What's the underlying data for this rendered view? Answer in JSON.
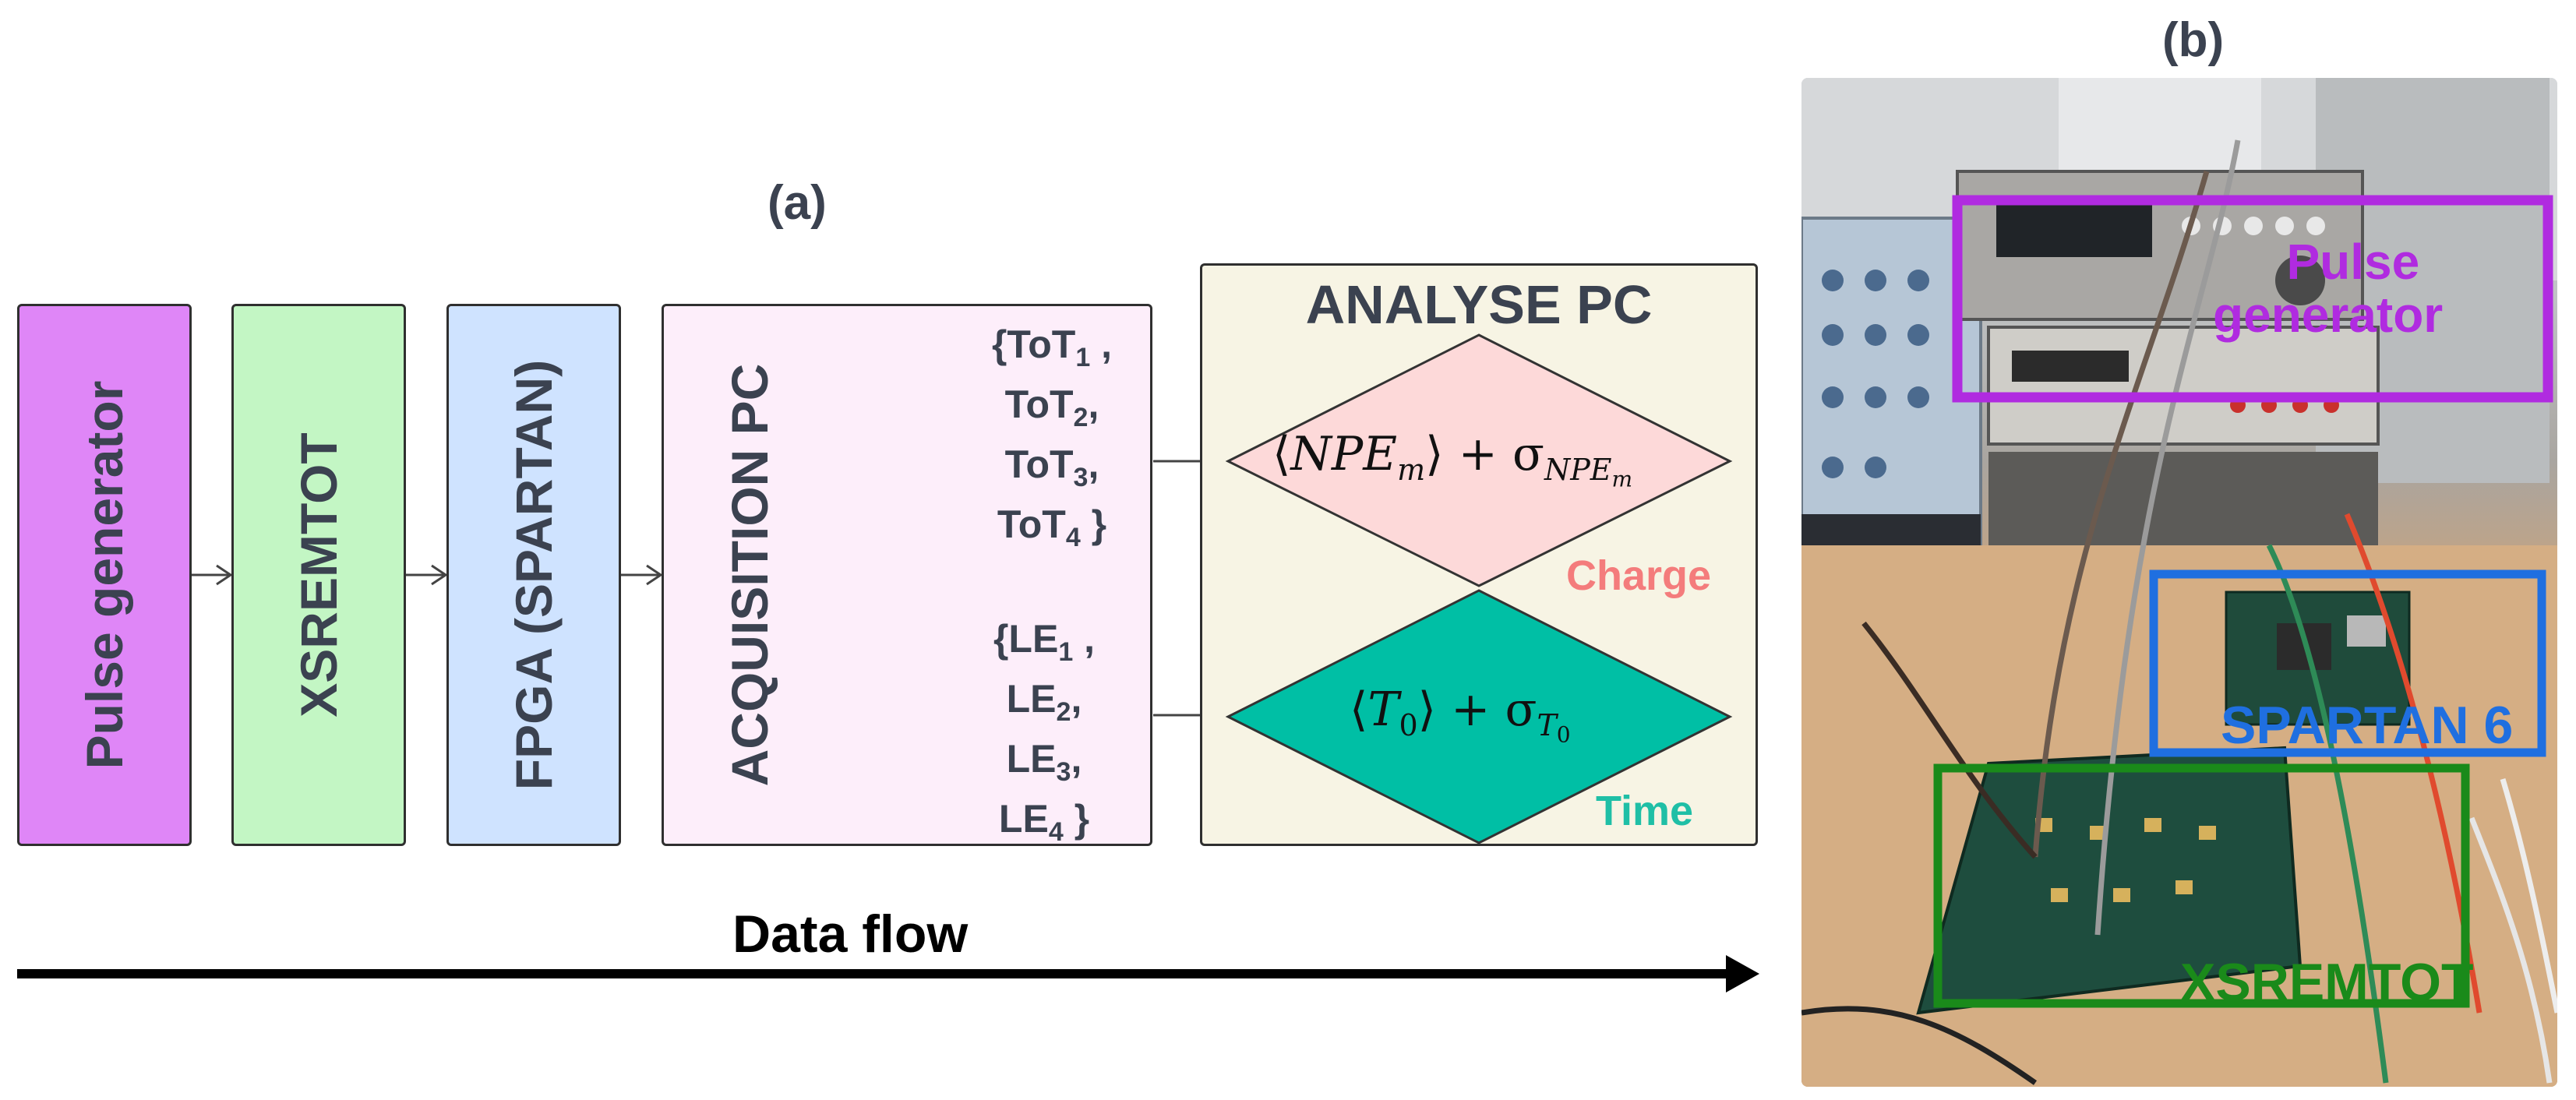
{
  "panel_a": {
    "label": "(a)",
    "blocks": [
      {
        "label": "Pulse generator",
        "color": "#df86f7"
      },
      {
        "label": "XSREMTOT",
        "color": "#c3f6c4"
      },
      {
        "label": "FPGA (SPARTAN)",
        "color": "#cfe3ff"
      },
      {
        "label": "ACQUISITION PC",
        "color": "#fdeefa"
      }
    ],
    "tot_list": [
      "{ToT",
      "1",
      " ,",
      "ToT",
      "2",
      ",",
      "ToT",
      "3",
      ",",
      "ToT",
      "4",
      " }"
    ],
    "le_list": [
      "{LE",
      "1",
      " ,",
      "LE",
      "2",
      ",",
      "LE",
      "3",
      ",",
      "LE",
      "4",
      " }"
    ],
    "analyse": {
      "title": "ANALYSE PC",
      "background": "#f7f4e4",
      "charge": {
        "label": "Charge",
        "color": "#f47c7c",
        "diamond_color": "#fdd9d9",
        "formula_parts": [
          "⟨",
          "NPE",
          "m",
          "⟩ + σ",
          "NPE",
          "m"
        ]
      },
      "time": {
        "label": "Time",
        "color": "#1fbfa6",
        "diamond_color": "#00bfa5",
        "formula_parts": [
          "⟨",
          "T",
          "0",
          "⟩ + σ",
          "T",
          "0"
        ]
      }
    },
    "data_flow_label": "Data flow"
  },
  "panel_b": {
    "label": "(b)",
    "boxes": [
      {
        "label_line1": "Pulse",
        "label_line2": "generator",
        "color": "#b02be0"
      },
      {
        "label": "SPARTAN 6",
        "color": "#1f6fe0"
      },
      {
        "label": "XSREMTOT",
        "color": "#1a8a1a"
      }
    ]
  }
}
